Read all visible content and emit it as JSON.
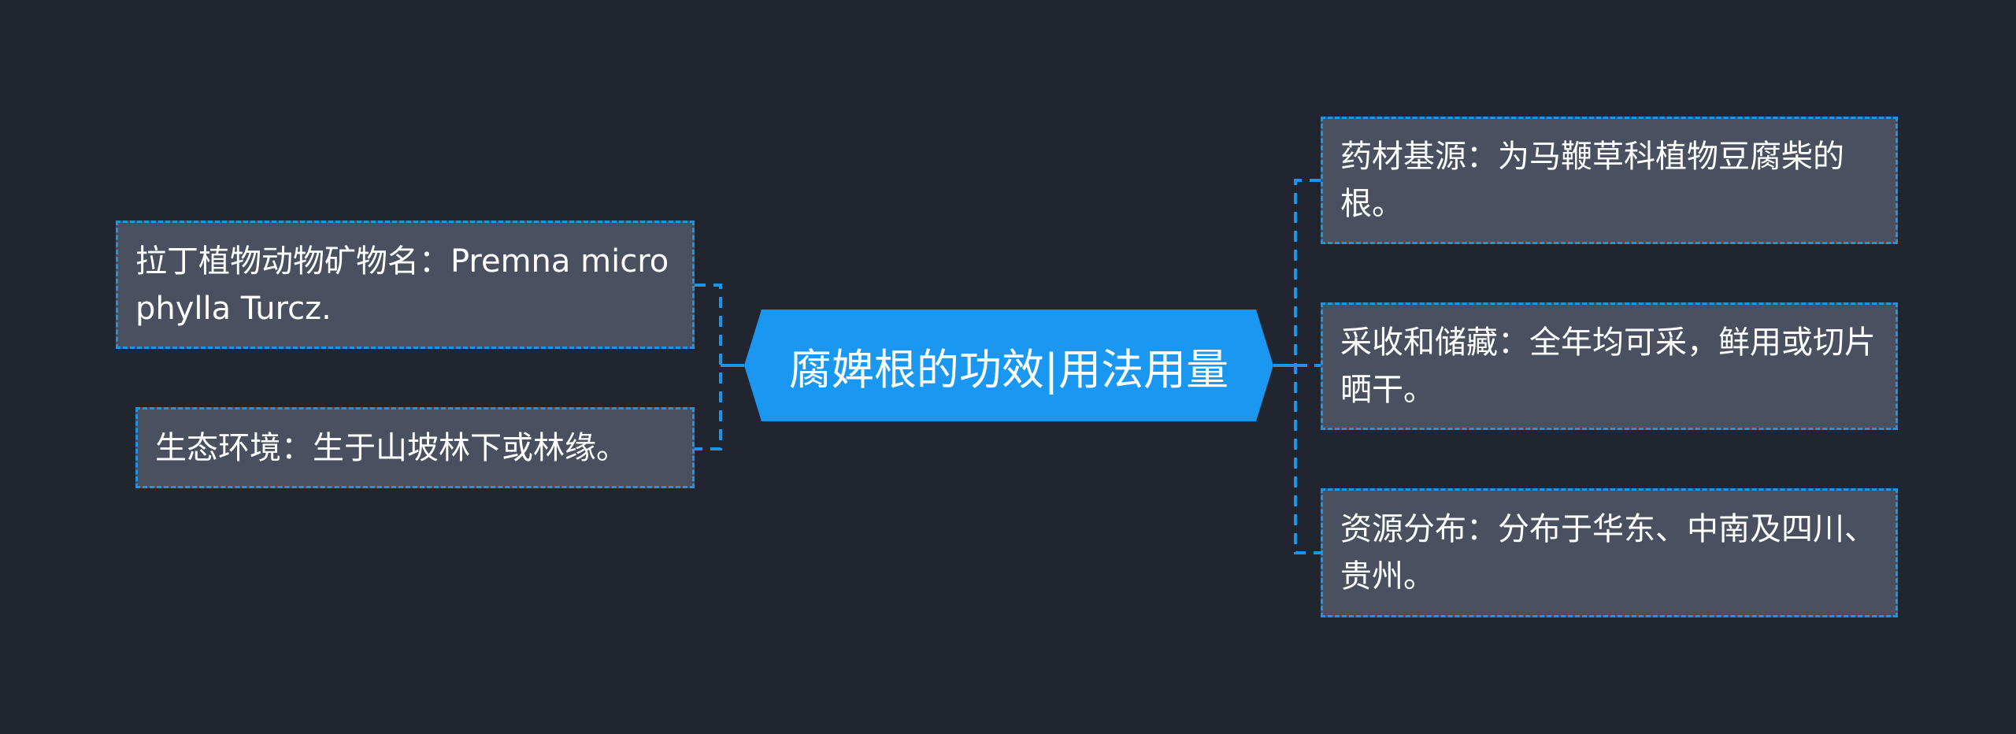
{
  "colors": {
    "background": "#21252f",
    "root_fill": "#1a97f0",
    "node_fill": "#4a505f",
    "connector": "#1c94e8",
    "text": "#ffffff"
  },
  "root": {
    "label": "腐婢根的功效|用法用量"
  },
  "left_nodes": [
    {
      "label": "拉丁植物动物矿物名：Premna microphylla Turcz."
    },
    {
      "label": "生态环境：生于山坡林下或林缘。"
    }
  ],
  "right_nodes": [
    {
      "label": "药材基源：为马鞭草科植物豆腐柴的根。"
    },
    {
      "label": "采收和储藏：全年均可采，鲜用或切片晒干。"
    },
    {
      "label": "资源分布：分布于华东、中南及四川、贵州。"
    }
  ]
}
